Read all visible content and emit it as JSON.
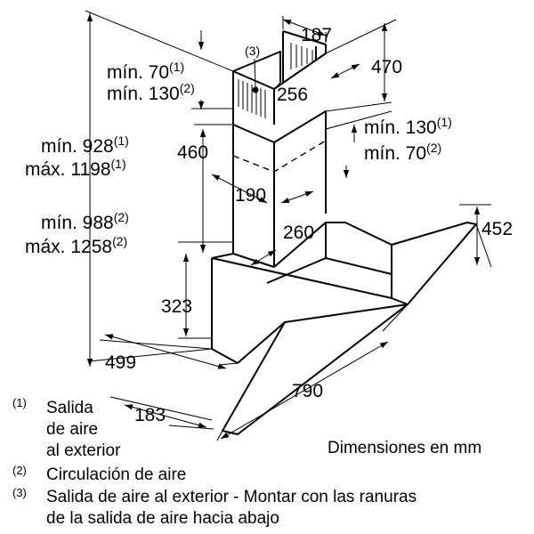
{
  "dims": {
    "d187": "187",
    "d470": "470",
    "d256": "256",
    "d460": "460",
    "d190": "190",
    "d260": "260",
    "d452": "452",
    "d323": "323",
    "d499": "499",
    "d790": "790",
    "d183": "183"
  },
  "labels": {
    "min70_a": "mín. 70",
    "min70_a_sup": "(1)",
    "min130_a": "mín. 130",
    "min130_a_sup": "(2)",
    "min130_b": "mín. 130",
    "min130_b_sup": "(1)",
    "min70_b": "mín. 70",
    "min70_b_sup": "(2)",
    "min928": "mín. 928",
    "min928_sup": "(1)",
    "max1198": "máx. 1198",
    "max1198_sup": "(1)",
    "min988": "mín. 988",
    "min988_sup": "(2)",
    "max1258": "máx. 1258",
    "max1258_sup": "(2)",
    "callout3": "(3)",
    "units": "Dimensiones en mm"
  },
  "legend": {
    "n1": "(1)",
    "n1_line1": "Salida",
    "n1_line2": "de aire",
    "n1_line3": "al exterior",
    "n2": "(2)",
    "n2_text": "Circulación de aire",
    "n3": "(3)",
    "n3_line1": "Salida de aire al exterior - Montar con las ranuras",
    "n3_line2": "de la salida de aire hacia abajo"
  }
}
